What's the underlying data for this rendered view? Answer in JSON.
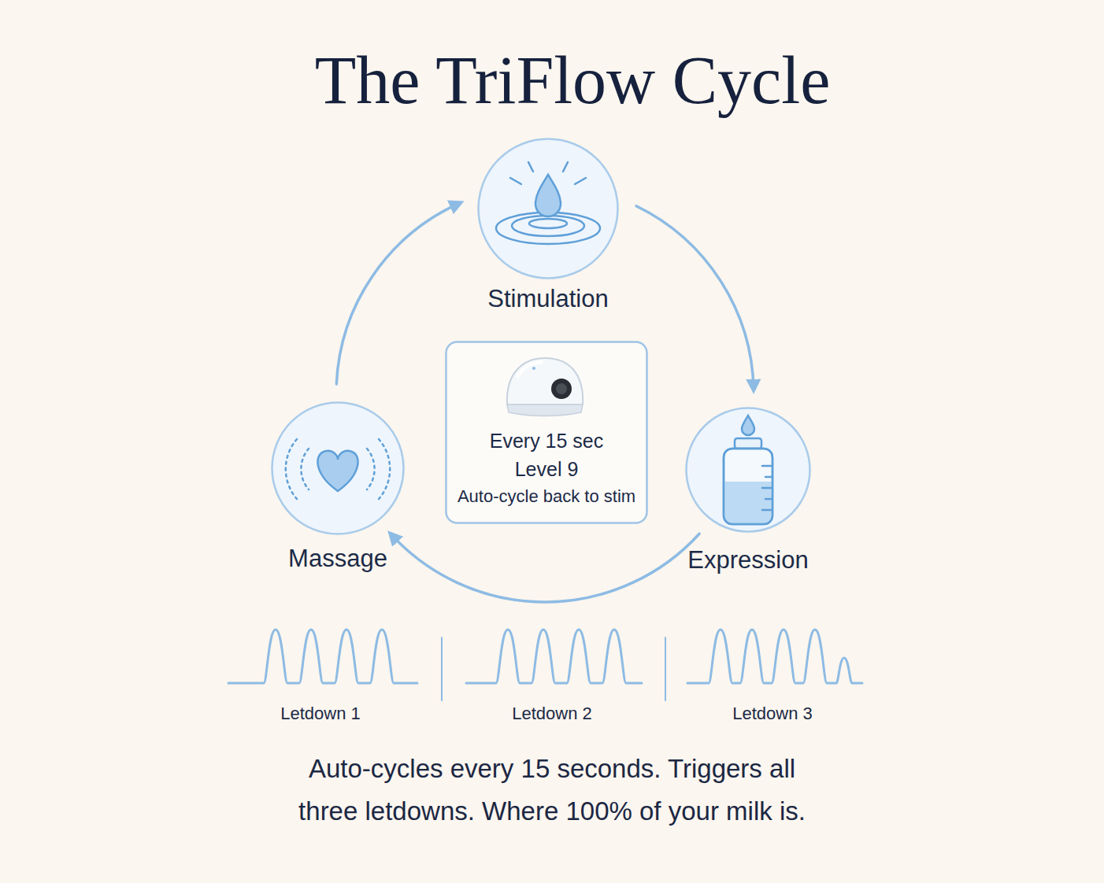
{
  "diagram": {
    "title": "The TriFlow Cycle",
    "caption": "Auto-cycles every 15 seconds. Triggers all three letdowns. Where 100% of your milk is.",
    "nodes": [
      {
        "text": [
          "Stimulation"
        ]
      },
      {
        "text": [
          "Every 15 sec",
          "Level 9",
          "Auto-cycle back to stim"
        ]
      },
      {
        "text": [
          "Massage"
        ]
      },
      {
        "text": [
          "Expression"
        ]
      }
    ],
    "edges": [
      {
        "from": 0,
        "to": 3,
        "arrow": "to"
      },
      {
        "from": 3,
        "to": 2,
        "arrow": "to"
      },
      {
        "from": 2,
        "to": 0,
        "arrow": "to"
      }
    ],
    "labels": [
      "Letdown 1",
      "Letdown 2",
      "Letdown 3"
    ]
  }
}
